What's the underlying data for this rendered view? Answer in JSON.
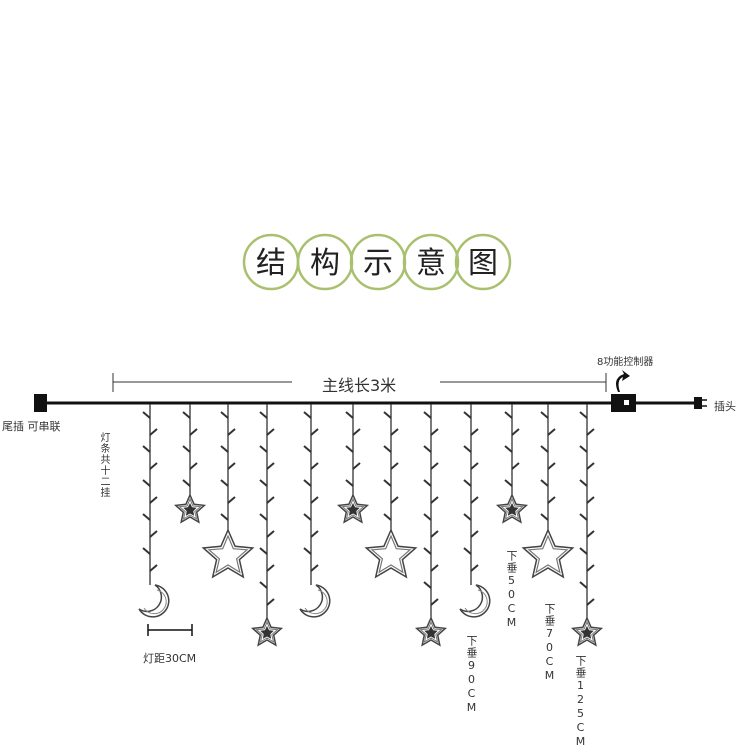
{
  "title": {
    "chars": [
      "结",
      "构",
      "示",
      "意",
      "图"
    ],
    "ring_color": "#a9c06f"
  },
  "labels": {
    "main_line": "主线长3米",
    "controller": "8功能控制器",
    "plug": "插头",
    "tail_plug": "尾插 可串联",
    "strand_count": "灯条共十二挂",
    "spacing": "灯距30CM",
    "drop_50": "下垂50CM",
    "drop_70": "下垂70CM",
    "drop_90": "下垂90CM",
    "drop_125": "下垂125CM"
  },
  "strands": [
    {
      "pendant": "moon"
    },
    {
      "pendant": "small-star"
    },
    {
      "pendant": "big-star"
    },
    {
      "pendant": "small-star"
    },
    {
      "pendant": "moon"
    },
    {
      "pendant": "small-star"
    },
    {
      "pendant": "big-star"
    },
    {
      "pendant": "small-star"
    },
    {
      "pendant": "moon"
    },
    {
      "pendant": "small-star"
    },
    {
      "pendant": "big-star"
    },
    {
      "pendant": "small-star"
    }
  ]
}
